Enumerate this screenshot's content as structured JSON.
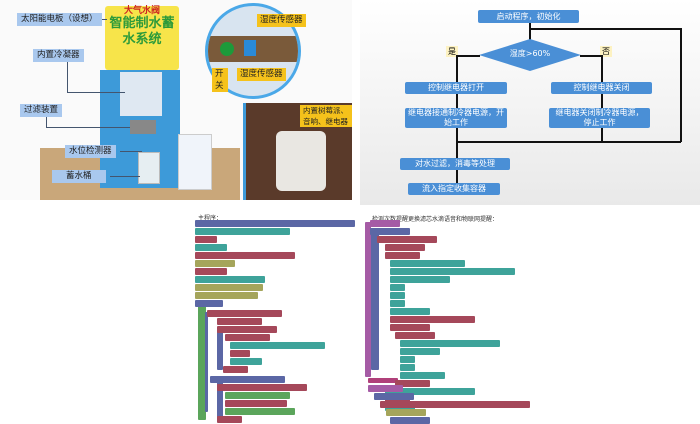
{
  "photo": {
    "sign_title": "智能制水蓄水系统",
    "sign_top": "大气水阀",
    "labels_left": [
      "太阳能电板（设想）",
      "内置冷凝器",
      "过滤装置",
      "水位检测器",
      "蓄水桶"
    ],
    "labels_sensor": [
      "湿度传感器",
      "开关",
      "湿度传感器"
    ],
    "label_inset": "内置树莓派、音响、继电器"
  },
  "flowchart": {
    "start": "启动程序，初始化",
    "condition": "湿度>60%",
    "yes": "是",
    "no": "否",
    "yes_step1": "控制继电器打开",
    "yes_step2": "继电器接通制冷器电源，开始工作",
    "no_step1": "控制继电器关闭",
    "no_step2": "继电器关闭制冷器电源，停止工作",
    "process": "对水过滤，消毒等处理",
    "end": "流入指定收集容器"
  },
  "code": {
    "main_caption": "主程序：",
    "filter_caption": "检测次数提醒更换滤芯水滴语音和物联网提醒：",
    "colors": {
      "blue": "#5b67a5",
      "red": "#a5485a",
      "teal": "#3ea39a",
      "green": "#5ba55b",
      "olive": "#a5a55b",
      "purple": "#a55ba5",
      "magenta": "#b0407a"
    }
  }
}
